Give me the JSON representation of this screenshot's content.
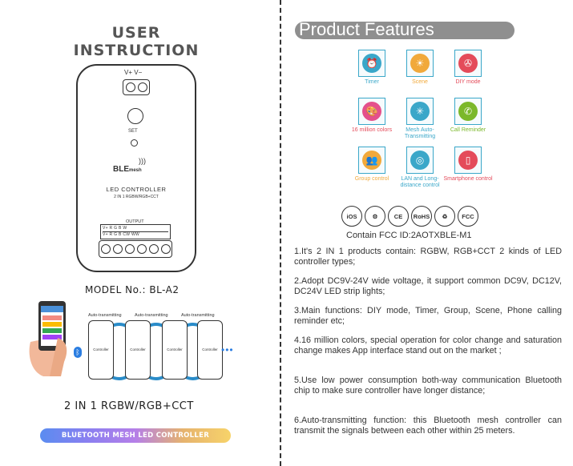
{
  "left": {
    "title": "USER INSTRUCTION",
    "device": {
      "terminal_label": "V+ V−",
      "set_label": "SET",
      "brand": "BLE",
      "brand_suffix": "mesh",
      "product_name": "LED CONTROLLER",
      "product_sub": "2 IN 1 RGBW/RGB+CCT",
      "output_label": "OUTPUT",
      "output_row1": "V+   R   G   B   W",
      "output_row2": "V+   R   G   B  CW  WW"
    },
    "model": "MODEL No.: BL-A2",
    "auto_label": "Auto-transmitting",
    "controller_label": "Controller",
    "tagline": "2 IN 1 RGBW/RGB+CCT",
    "banner": "BLUETOOTH MESH LED CONTROLLER"
  },
  "right": {
    "heading": "Product Features",
    "features": [
      {
        "label": "Timer",
        "color": "#3aa7c9",
        "icon": "alarm-clock-icon",
        "disc": "#3aa7c9"
      },
      {
        "label": "Scene",
        "color": "#f1a93b",
        "icon": "scene-icon",
        "disc": "#f1a93b"
      },
      {
        "label": "DIY mode",
        "color": "#e44b5a",
        "icon": "film-reel-icon",
        "disc": "#e44b5a"
      },
      {
        "label": "16 million colors",
        "color": "#e44b5a",
        "icon": "palette-icon",
        "disc": "#e4508c"
      },
      {
        "label": "Mesh Auto-Transmitting",
        "color": "#3aa7c9",
        "icon": "mesh-network-icon",
        "disc": "#3aa7c9"
      },
      {
        "label": "Call Reminder",
        "color": "#7bb82b",
        "icon": "phone-call-icon",
        "disc": "#7bb82b"
      },
      {
        "label": "Group control",
        "color": "#f1a93b",
        "icon": "group-icon",
        "disc": "#f1a93b"
      },
      {
        "label": "LAN and Long-distance control",
        "color": "#3aa7c9",
        "icon": "globe-icon",
        "disc": "#3aa7c9"
      },
      {
        "label": "Smartphone control",
        "color": "#e44b5a",
        "icon": "smartphone-icon",
        "disc": "#e44b5a"
      }
    ],
    "certs": [
      "iOS",
      "⚙",
      "CE",
      "RoHS",
      "♻",
      "FCC"
    ],
    "fcc_id": "Contain FCC ID:2AOTXBLE-M1",
    "paragraphs": [
      "1.It's 2 IN 1 products contain: RGBW, RGB+CCT 2 kinds of LED controller types;",
      "2.Adopt DC9V-24V wide voltage, it support common DC9V, DC12V, DC24V LED strip lights;",
      "3.Main functions: DIY mode, Timer, Group, Scene, Phone calling reminder etc;",
      "4.16 million colors, special operation for color change and saturation change makes App interface stand out on the market ;",
      "5.Use low power consumption both-way communication Bluetooth chip to make sure controller have longer distance;",
      "6.Auto-transmitting function: this Bluetooth mesh controller can transmit the signals between each other within 25 meters."
    ]
  }
}
